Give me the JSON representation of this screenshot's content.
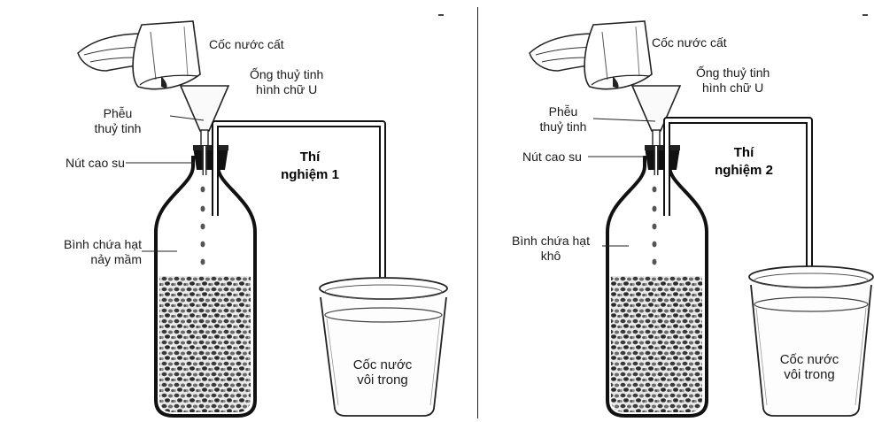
{
  "experiments": [
    {
      "title_line1": "Thí",
      "title_line2": "nghiệm 1",
      "cup_label": "Cốc nước cất",
      "tube_label_line1": "Ống thuỷ tinh",
      "tube_label_line2": "hình chữ U",
      "funnel_label_line1": "Phễu",
      "funnel_label_line2": "thuỷ tinh",
      "stopper_label": "Nút cao su",
      "bottle_label_line1": "Bình chứa hạt",
      "bottle_label_line2": "nảy mầm",
      "beaker_label_line1": "Cốc nước",
      "beaker_label_line2": "vôi trong"
    },
    {
      "title_line1": "Thí",
      "title_line2": "nghiệm 2",
      "cup_label": "Cốc nước cất",
      "tube_label_line1": "Ống thuỷ tinh",
      "tube_label_line2": "hình chữ U",
      "funnel_label_line1": "Phễu",
      "funnel_label_line2": "thuỷ tinh",
      "stopper_label": "Nút cao su",
      "bottle_label_line1": "Bình chứa hạt",
      "bottle_label_line2": "khô",
      "beaker_label_line1": "Cốc nước",
      "beaker_label_line2": "vôi trong"
    }
  ]
}
